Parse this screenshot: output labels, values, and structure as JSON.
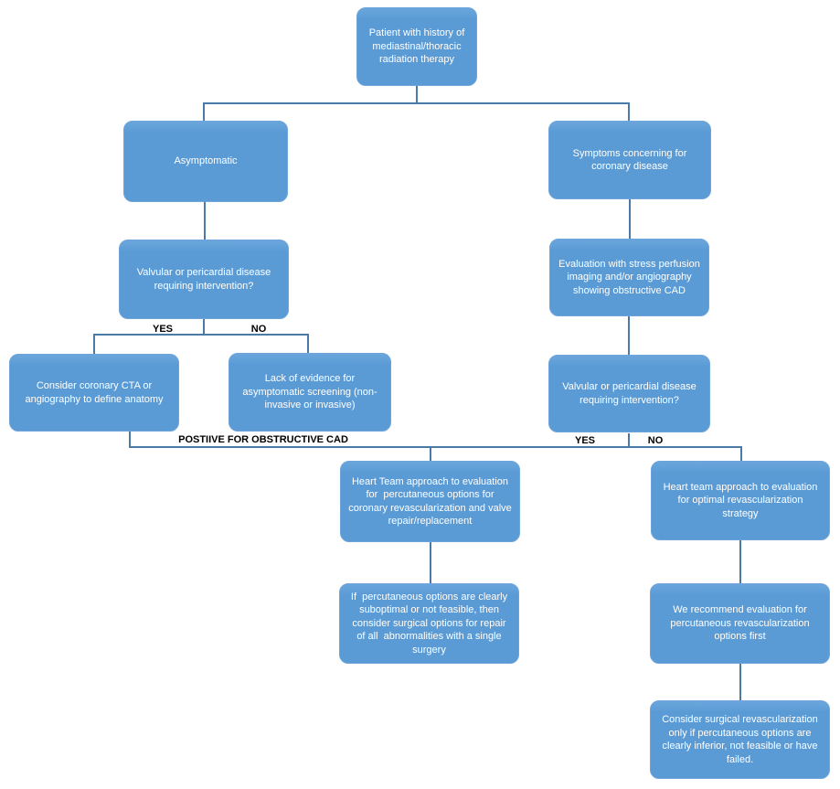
{
  "diagram": {
    "type": "flowchart",
    "nodes": {
      "patient": {
        "label": "Patient with history of mediastinal/thoracic radiation therapy"
      },
      "asymptomatic": {
        "label": "Asymptomatic"
      },
      "symptoms": {
        "label": "Symptoms concerning for coronary disease"
      },
      "valvular_left": {
        "label": "Valvular or pericardial disease requiring intervention?"
      },
      "evaluation": {
        "label": "Evaluation with stress perfusion imaging and/or angiography  showing obstructive CAD"
      },
      "valvular_right": {
        "label": "Valvular or pericardial disease requiring intervention?"
      },
      "consider_cta": {
        "label": "Consider coronary CTA or angiography to define anatomy"
      },
      "lack_evidence": {
        "label": "Lack of evidence for asymptomatic screening (non-invasive or invasive)"
      },
      "heart_team_valve": {
        "label": "Heart Team approach to evaluation for  percutaneous options for coronary revascularization and valve repair/replacement"
      },
      "heart_team_optimal": {
        "label": "Heart team approach to evaluation for optimal revascularization strategy"
      },
      "surgical_single": {
        "label": "If  percutaneous options are clearly suboptimal or not feasible, then consider surgical options for repair of all  abnormalities with a single surgery"
      },
      "percutaneous_first": {
        "label": "We recommend evaluation for percutaneous revascularization options first"
      },
      "consider_surgical": {
        "label": "Consider surgical revascularization only if percutaneous options are clearly inferior, not feasible or have failed."
      }
    },
    "edge_labels": {
      "yes_left": "YES",
      "no_left": "NO",
      "positive_cad": "POSTIIVE FOR OBSTRUCTIVE CAD",
      "yes_right": "YES",
      "no_right": "NO"
    },
    "colors": {
      "node_fill": "#5b9bd5",
      "node_fill_top": "#6aa6dc",
      "node_border": "#6ea4da",
      "node_text": "#ffffff",
      "connector": "#4b7aa7",
      "label_text": "#000000",
      "background": "#ffffff"
    }
  }
}
